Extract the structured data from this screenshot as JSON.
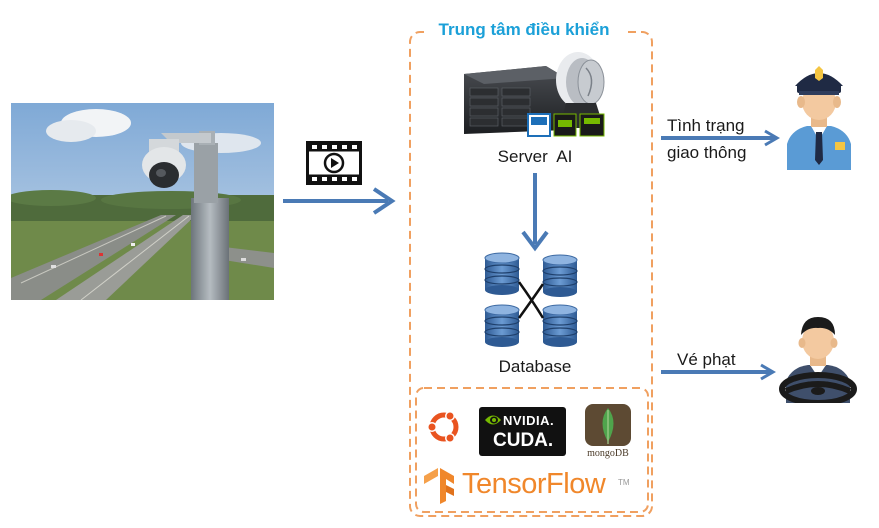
{
  "control_center": {
    "title": "Trung tâm điều khiển",
    "server_label": "Server  AI",
    "database_label": "Database"
  },
  "outputs": {
    "traffic_status_line1": "Tình trạng",
    "traffic_status_line2": "giao thông",
    "ticket": "Vé phạt"
  },
  "tech_stack": {
    "nvidia_line1": "NVIDIA.",
    "nvidia_line2": "CUDA.",
    "mongodb": "mongoDB",
    "tensorflow": "TensorFlow",
    "tm": "TM"
  },
  "colors": {
    "arrow": "#4a7ab5",
    "dashed_border": "#f0a060",
    "title": "#1ba0d8"
  }
}
